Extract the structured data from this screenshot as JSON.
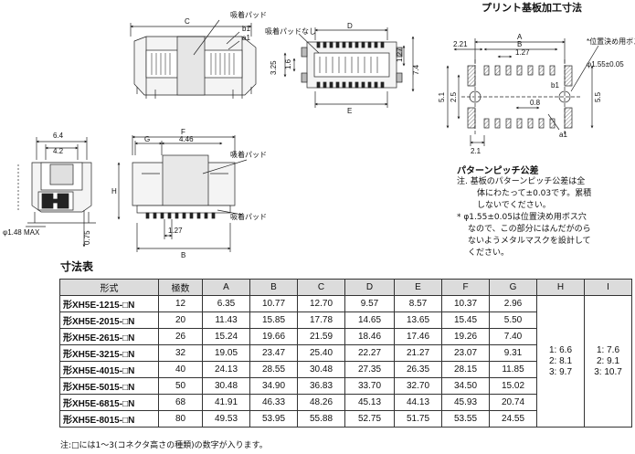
{
  "pcb_title": "プリント基板加工寸法",
  "callouts": {
    "top_pad": "吸着パッド",
    "top_nopad": "吸着パッドなし",
    "b1": "b1",
    "a1": "a1",
    "side_pad1": "吸着パッド",
    "side_pad2": "吸着パッド",
    "boss_label": "*位置決め用ボス穴",
    "boss_dia": "φ1.55±0.05"
  },
  "dims": {
    "top_C": "C",
    "top_D": "D",
    "top_E": "E",
    "h_1_6": "1.6",
    "h_3_25": "3.25",
    "h_1_27": "1.27",
    "h_7_4": "7.4",
    "f_6_4": "6.4",
    "f_4_2": "4.2",
    "f_148": "φ1.48 MAX",
    "f_075": "0.75",
    "s_F": "F",
    "s_G": "G",
    "s_446": "4.46",
    "s_H": "H",
    "s_127": "1.27",
    "s_B": "B",
    "p_221": "2.21",
    "p_A": "A",
    "p_B": "B",
    "p_127": "1.27",
    "p_51": "5.1",
    "p_25": "2.5",
    "p_55": "5.5",
    "p_b1": "b1",
    "p_08": "0.8",
    "p_a1": "a1",
    "p_21": "2.1"
  },
  "tolerance": {
    "title": "パターンピッチ公差",
    "lines": [
      "注. 基板のパターンピッチ公差は全",
      "体にわたって±0.03です。累積",
      "しないでください。",
      "* φ1.55±0.05は位置決め用ボス穴",
      "なので、この部分にはんだがのら",
      "ないようメタルマスクを設計して",
      "ください。"
    ]
  },
  "table": {
    "title": "寸法表",
    "headers": [
      "形式",
      "極数",
      "A",
      "B",
      "C",
      "D",
      "E",
      "F",
      "G",
      "H",
      "I"
    ],
    "rows": [
      [
        "形XH5E-1215-□N",
        "12",
        "6.35",
        "10.77",
        "12.70",
        "9.57",
        "8.57",
        "10.37",
        "2.96"
      ],
      [
        "形XH5E-2015-□N",
        "20",
        "11.43",
        "15.85",
        "17.78",
        "14.65",
        "13.65",
        "15.45",
        "5.50"
      ],
      [
        "形XH5E-2615-□N",
        "26",
        "15.24",
        "19.66",
        "21.59",
        "18.46",
        "17.46",
        "19.26",
        "7.40"
      ],
      [
        "形XH5E-3215-□N",
        "32",
        "19.05",
        "23.47",
        "25.40",
        "22.27",
        "21.27",
        "23.07",
        "9.31"
      ],
      [
        "形XH5E-4015-□N",
        "40",
        "24.13",
        "28.55",
        "30.48",
        "27.35",
        "26.35",
        "28.15",
        "11.85"
      ],
      [
        "形XH5E-5015-□N",
        "50",
        "30.48",
        "34.90",
        "36.83",
        "33.70",
        "32.70",
        "34.50",
        "15.02"
      ],
      [
        "形XH5E-6815-□N",
        "68",
        "41.91",
        "46.33",
        "48.26",
        "45.13",
        "44.13",
        "45.93",
        "20.74"
      ],
      [
        "形XH5E-8015-□N",
        "80",
        "49.53",
        "53.95",
        "55.88",
        "52.75",
        "51.75",
        "53.55",
        "24.55"
      ]
    ],
    "col_H": [
      "1: 6.6",
      "2: 8.1",
      "3: 9.7"
    ],
    "col_I": [
      "1: 7.6",
      "2: 9.1",
      "3: 10.7"
    ],
    "note": "注:□には1～3(コネクタ高さの種類)の数字が入ります。"
  }
}
